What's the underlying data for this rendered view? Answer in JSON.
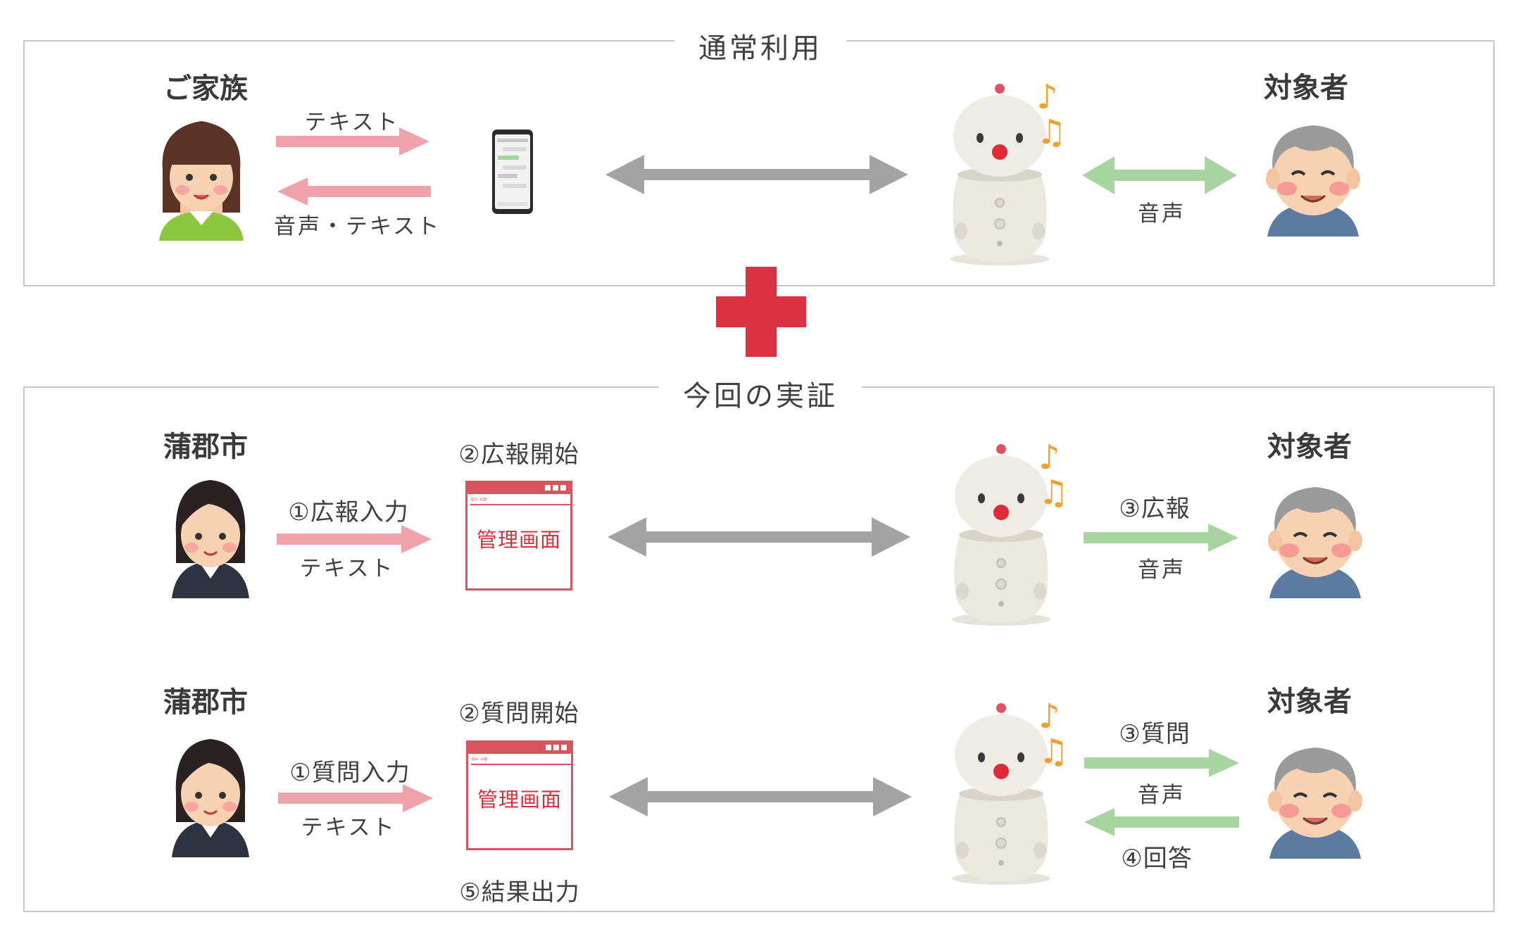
{
  "top_panel": {
    "title": "通常利用",
    "family_label": "ご家族",
    "target_label": "対象者",
    "arrow_text_label": "テキスト",
    "arrow_voice_text_label": "音声・テキスト",
    "voice_label": "音声"
  },
  "bottom_panel": {
    "title": "今回の実証",
    "row1": {
      "city_label": "蒲郡市",
      "step1": "①広報入力",
      "text_label": "テキスト",
      "step2": "②広報開始",
      "window_title": "管理画面",
      "step3": "③広報",
      "voice_label": "音声",
      "target_label": "対象者"
    },
    "row2": {
      "city_label": "蒲郡市",
      "step1": "①質問入力",
      "text_label": "テキスト",
      "step2": "②質問開始",
      "window_title": "管理画面",
      "step3": "③質問",
      "voice_label": "音声",
      "step4": "④回答",
      "step5": "⑤結果出力",
      "target_label": "対象者"
    }
  },
  "colors": {
    "pink_arrow": "#f0a2aa",
    "green_arrow": "#a8d4a2",
    "gray_arrow": "#a3a3a3",
    "plus_red": "#dc3140",
    "window_red": "#d85560"
  }
}
